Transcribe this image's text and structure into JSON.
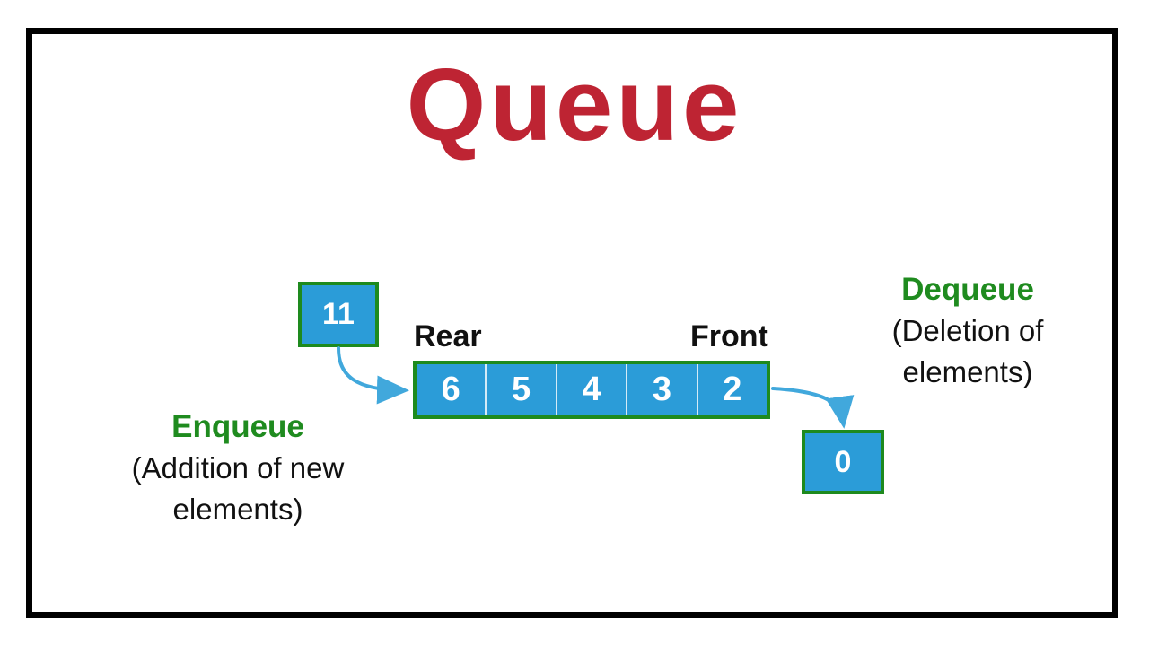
{
  "title": "Queue",
  "queue": {
    "rear_label": "Rear",
    "front_label": "Front",
    "cells": [
      "6",
      "5",
      "4",
      "3",
      "2"
    ]
  },
  "enqueue": {
    "incoming_value": "11",
    "label": "Enqueue",
    "description_line1": "(Addition of new",
    "description_line2": "elements)"
  },
  "dequeue": {
    "outgoing_value": "0",
    "label": "Dequeue",
    "description_line1": "(Deletion of",
    "description_line2": "elements)"
  },
  "colors": {
    "title_red": "#BE2433",
    "box_fill_blue": "#2B9CD8",
    "box_border_green": "#1E8A1E",
    "label_green": "#1F8B1F",
    "arrow_blue": "#41A8DC",
    "frame_black": "#000000",
    "cell_text_white": "#FFFFFF",
    "body_text_black": "#111111"
  }
}
